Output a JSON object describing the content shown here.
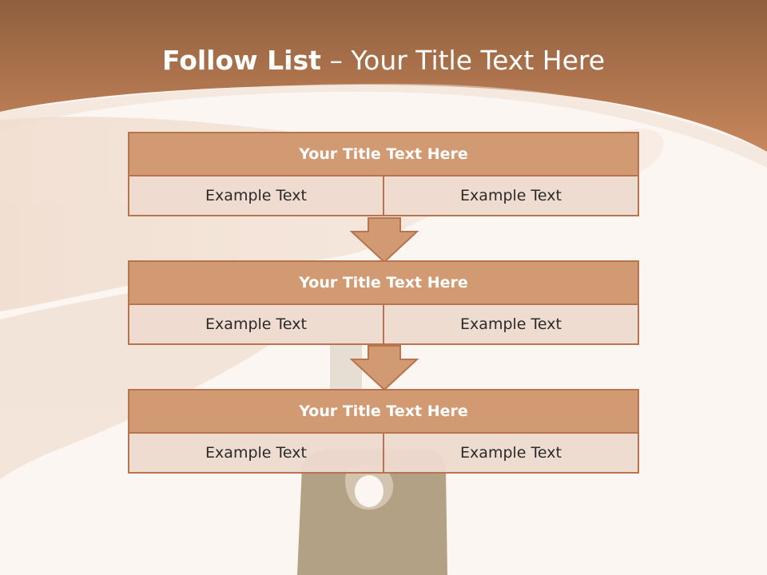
{
  "slide": {
    "title_bold": "Follow List",
    "title_rest": " – Your Title Text Here"
  },
  "blocks": [
    {
      "title": "Your Title Text Here",
      "cells": [
        "Example Text",
        "Example Text"
      ]
    },
    {
      "title": "Your Title Text Here",
      "cells": [
        "Example Text",
        "Example Text"
      ]
    },
    {
      "title": "Your Title Text Here",
      "cells": [
        "Example Text",
        "Example Text"
      ]
    }
  ],
  "colors": {
    "header_band": "#c0805a",
    "block_header": "#d19a73",
    "block_border": "#b8744c",
    "cell_fill": "#eedacf"
  }
}
